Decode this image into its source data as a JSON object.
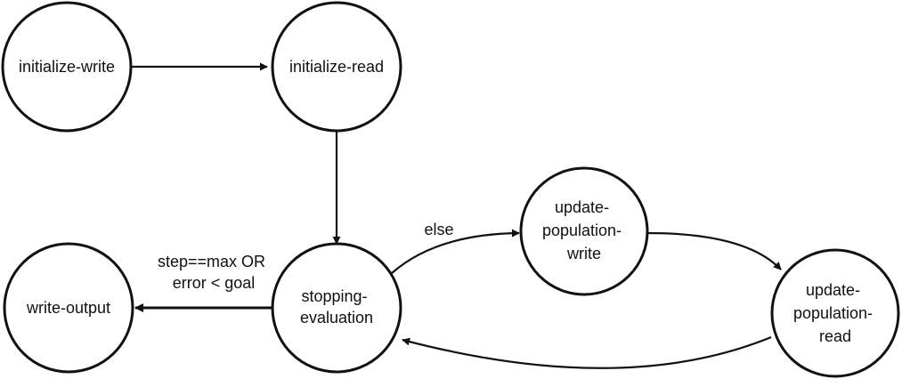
{
  "nodes": {
    "initialize_write": [
      "initialize-write"
    ],
    "initialize_read": [
      "initialize-read"
    ],
    "stopping_evaluation": [
      "stopping-",
      "evaluation"
    ],
    "write_output": [
      "write-output"
    ],
    "update_population_write": [
      "update-",
      "population-",
      "write"
    ],
    "update_population_read": [
      "update-",
      "population-",
      "read"
    ]
  },
  "edges": {
    "stop_to_output": [
      "step==max OR",
      "error < goal"
    ],
    "stop_to_update_write": [
      "else"
    ]
  }
}
